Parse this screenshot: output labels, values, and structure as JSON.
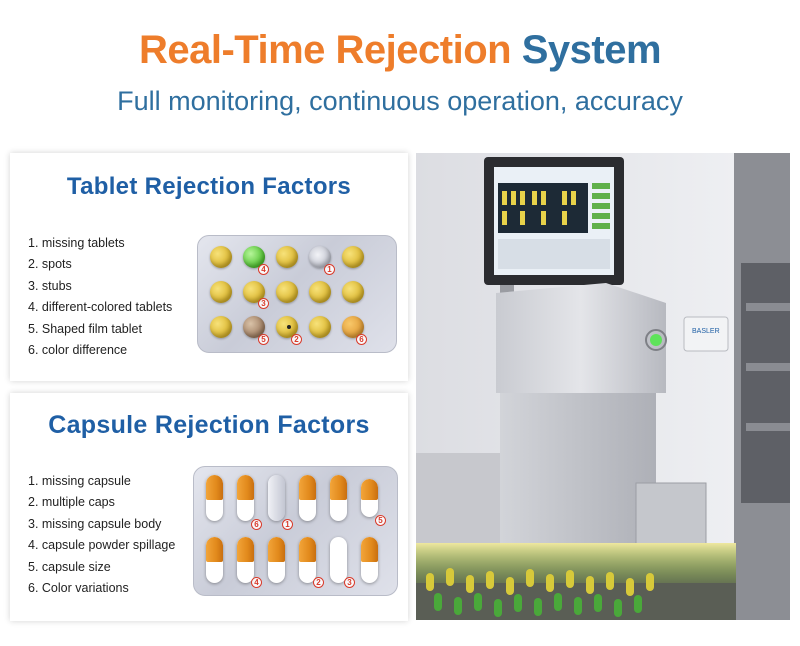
{
  "header": {
    "title_part1": "Real-Time Rejection",
    "title_part2": "System",
    "subtitle": "Full monitoring, continuous operation, accuracy"
  },
  "tablet_panel": {
    "heading": "Tablet Rejection Factors",
    "factors": [
      "1. missing tablets",
      "2. spots",
      "3. stubs",
      "4. different-colored tablets",
      "5. Shaped film tablet",
      "6. color difference"
    ],
    "marks": [
      "4",
      "1",
      "3",
      "5",
      "2",
      "6"
    ]
  },
  "capsule_panel": {
    "heading": "Capsule Rejection Factors",
    "factors": [
      "1. missing capsule",
      "2. multiple caps",
      "3. missing capsule body",
      "4. capsule powder spillage",
      "5. capsule size",
      "6. Color variations"
    ],
    "marks": [
      "6",
      "1",
      "5",
      "4",
      "2",
      "3"
    ]
  },
  "machine_photo": {
    "brand_label": "BASLER"
  },
  "colors": {
    "title_orange": "#ee7d2b",
    "title_blue": "#2f6f9f",
    "heading_blue": "#1f5fa5"
  }
}
